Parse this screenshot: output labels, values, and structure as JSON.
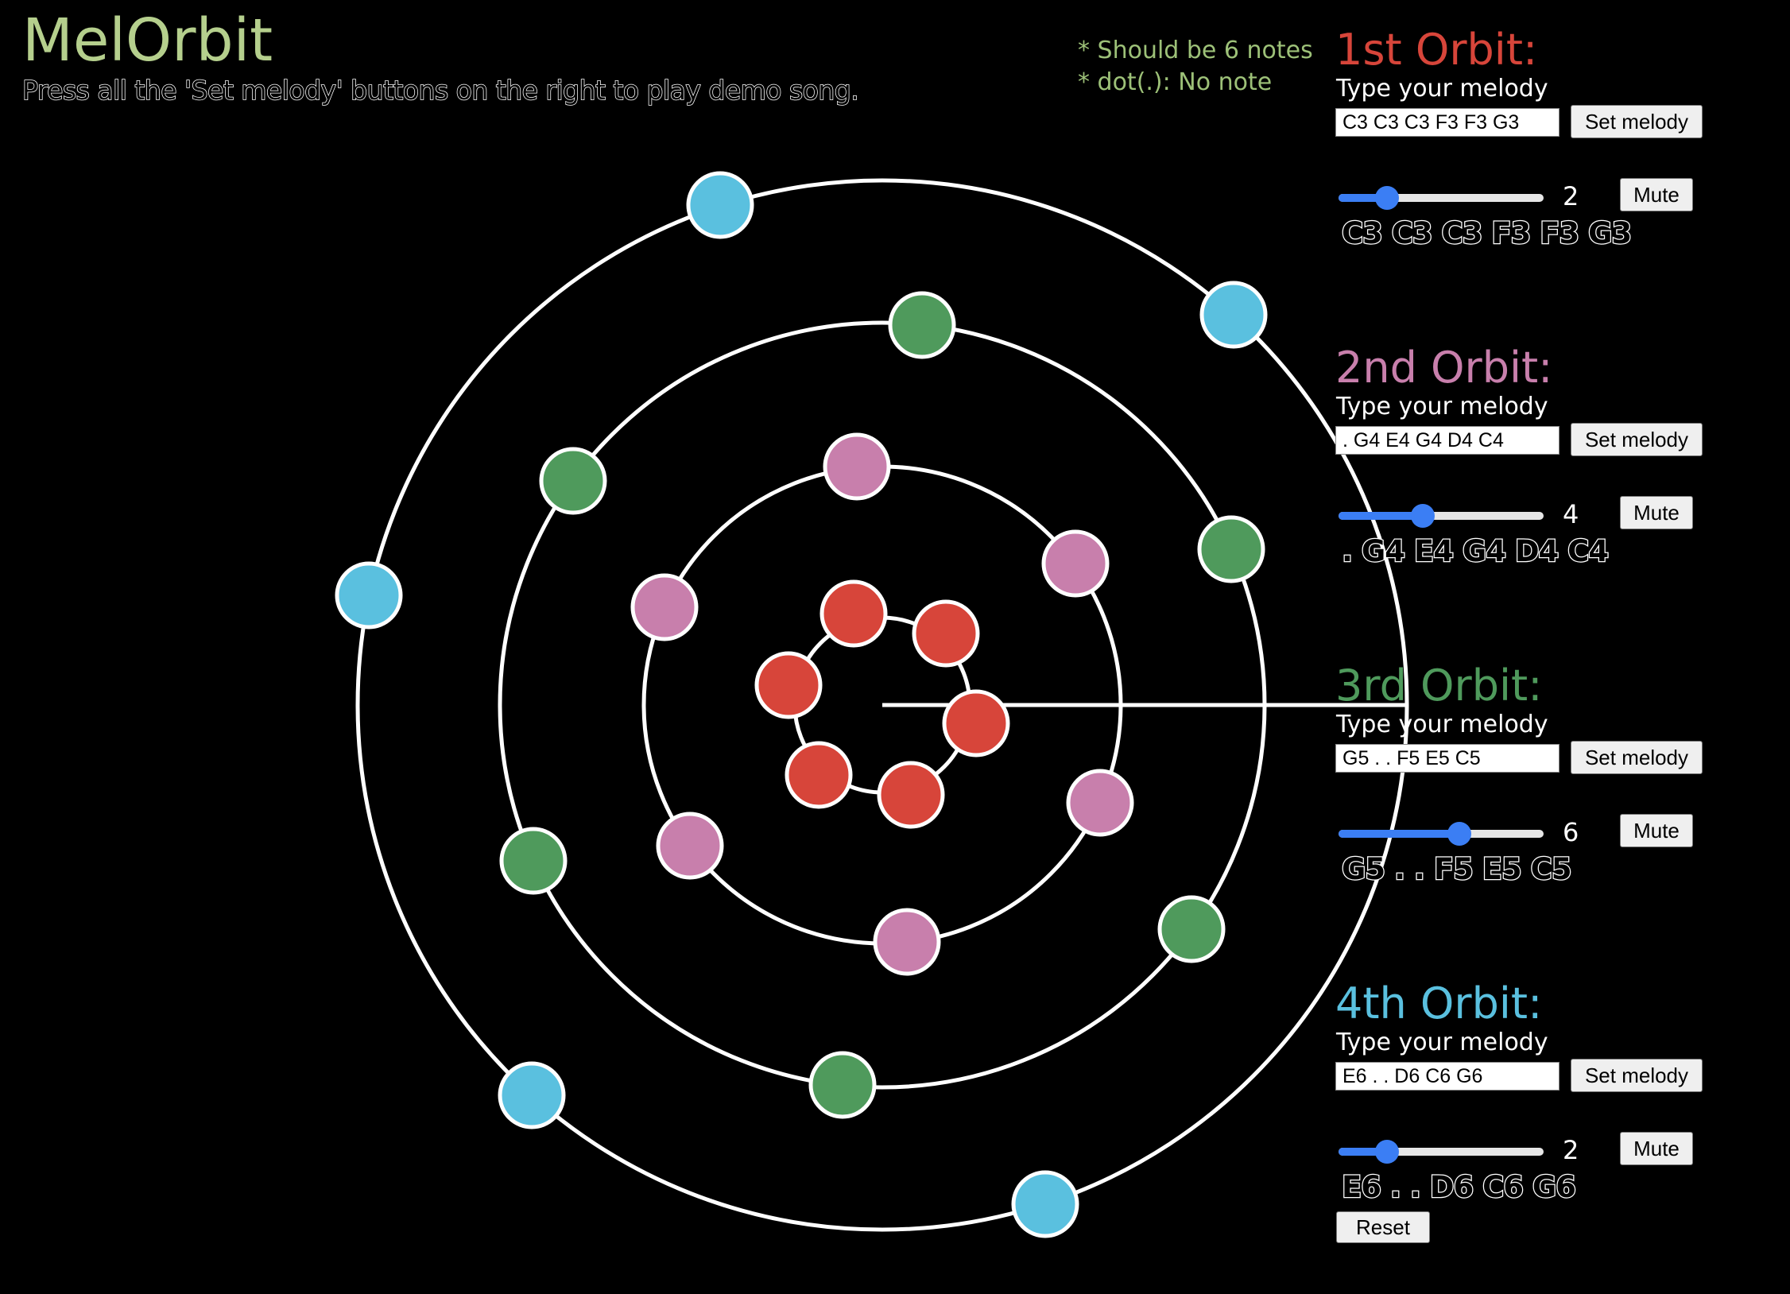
{
  "app": {
    "title": "MelOrbit",
    "subtitle": "Press all the 'Set melody' buttons on the right to play demo song."
  },
  "hints": [
    "* Should be 6 notes",
    "* dot(.): No note"
  ],
  "common": {
    "type_label": "Type your melody",
    "set_label": "Set melody",
    "mute_label": "Mute"
  },
  "orbits": [
    {
      "title": "1st Orbit:",
      "color": "#d7453a",
      "melody": "C3 C3 C3 F3 F3 G3",
      "speed": "2",
      "slider_fraction": 0.2,
      "display": "C3 C3 C3 F3 F3 G3"
    },
    {
      "title": "2nd Orbit:",
      "color": "#c87fac",
      "melody": ". G4 E4 G4 D4 C4",
      "speed": "4",
      "slider_fraction": 0.4,
      "display": ". G4 E4 G4 D4 C4"
    },
    {
      "title": "3rd Orbit:",
      "color": "#4f9a5c",
      "melody": "G5 . . F5 E5 C5",
      "speed": "6",
      "slider_fraction": 0.6,
      "display": "G5 . . F5 E5 C5"
    },
    {
      "title": "4th Orbit:",
      "color": "#5ac0df",
      "melody": "E6 . . D6 C6 G6",
      "speed": "2",
      "slider_fraction": 0.2,
      "display": "E6 . . D6 C6 G6"
    }
  ],
  "reset_label": "Reset"
}
